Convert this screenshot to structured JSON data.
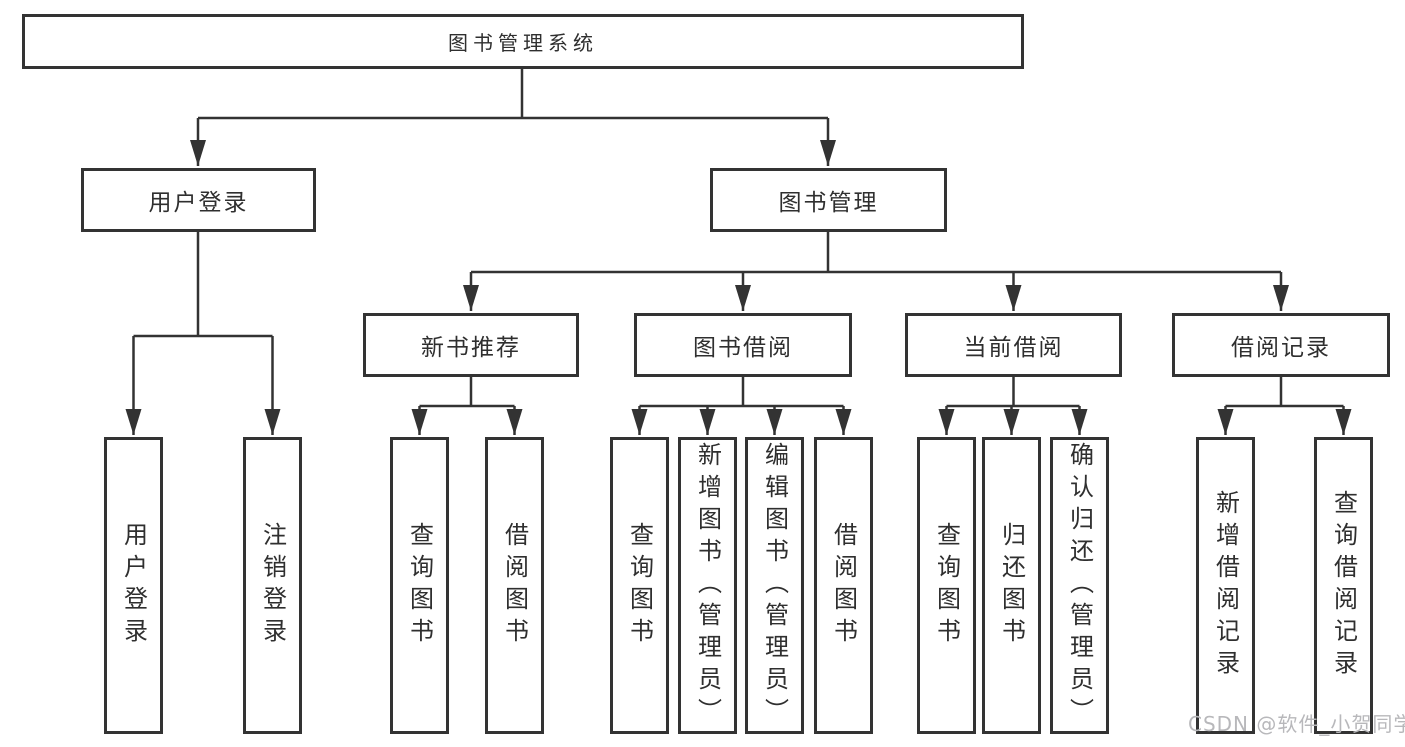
{
  "diagram_title": "图书管理系统",
  "colors": {
    "line": "#333333",
    "text": "#2f2f2f",
    "box_background": "#ffffff",
    "watermark": "#b8b8bb"
  },
  "tree": {
    "label": "图书管理系统",
    "children": [
      {
        "label": "用户登录",
        "children": [
          {
            "label": "用户登录"
          },
          {
            "label": "注销登录"
          }
        ]
      },
      {
        "label": "图书管理",
        "children": [
          {
            "label": "新书推荐",
            "children": [
              {
                "label": "查询图书"
              },
              {
                "label": "借阅图书"
              }
            ]
          },
          {
            "label": "图书借阅",
            "children": [
              {
                "label": "查询图书"
              },
              {
                "label": "新增图书（管理员）"
              },
              {
                "label": "编辑图书（管理员）"
              },
              {
                "label": "借阅图书"
              }
            ]
          },
          {
            "label": "当前借阅",
            "children": [
              {
                "label": "查询图书"
              },
              {
                "label": "归还图书"
              },
              {
                "label": "确认归还（管理员）"
              }
            ]
          },
          {
            "label": "借阅记录",
            "children": [
              {
                "label": "新增借阅记录"
              },
              {
                "label": "查询借阅记录"
              }
            ]
          }
        ]
      }
    ]
  },
  "watermark": {
    "text": "CSDN @软件_小贺同学"
  }
}
